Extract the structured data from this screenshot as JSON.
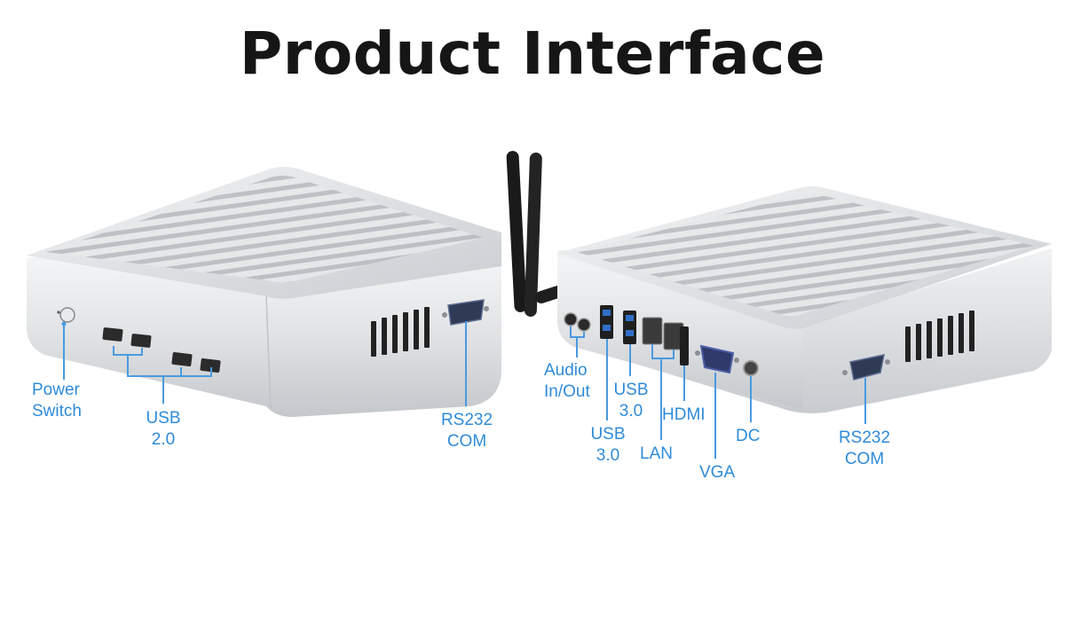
{
  "page": {
    "title": "Product Interface"
  },
  "labels": {
    "left_device": {
      "power_switch": "Power\nSwitch",
      "usb20": "USB\n2.0",
      "rs232_com": "RS232\nCOM"
    },
    "right_device": {
      "audio": "Audio\nIn/Out",
      "usb30_a": "USB\n3.0",
      "usb30_b": "USB\n3.0",
      "hdmi": "HDMI",
      "lan": "LAN",
      "vga": "VGA",
      "dc": "DC",
      "rs232_com": "RS232\nCOM"
    }
  },
  "colors": {
    "label_blue": "#2f8bd9",
    "title": "#161616",
    "chassis": "#d9dcdf"
  }
}
